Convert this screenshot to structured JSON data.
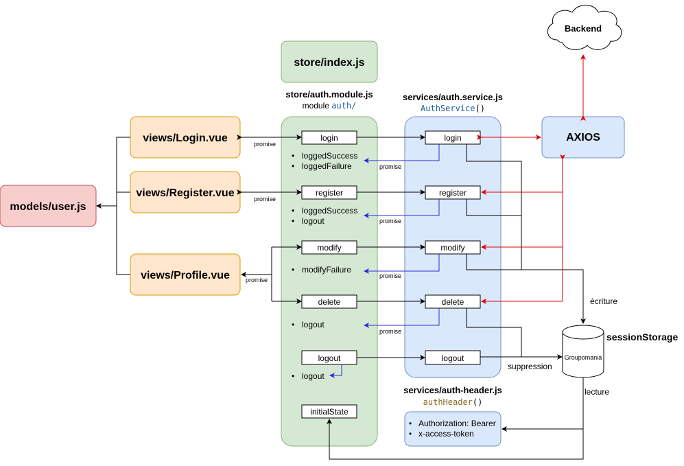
{
  "colors": {
    "green_fill": "#d5e8d4",
    "green_stroke": "#82b366",
    "orange_fill": "#ffe6cc",
    "orange_stroke": "#d79b00",
    "blue_fill": "#dae8fc",
    "blue_stroke": "#6c8ebf",
    "red_fill": "#f8cecc",
    "red_stroke": "#b85450",
    "arrow_black": "#000000",
    "arrow_red": "#e00000",
    "arrow_blue": "#2b2bd9",
    "code_blue": "#1f5f99",
    "code_brown": "#8a6a28"
  },
  "backend": {
    "label": "Backend",
    "icon": "cloud-icon"
  },
  "store_index": {
    "label": "store/index.js"
  },
  "auth_module": {
    "title": "store/auth.module.js",
    "subtitle_prefix": "module ",
    "subtitle_code": "auth/"
  },
  "auth_service": {
    "title": "services/auth.service.js",
    "subtitle_code": "AuthService",
    "subtitle_parens": "()"
  },
  "auth_header": {
    "title": "services/auth-header.js",
    "subtitle_code": "authHeader",
    "subtitle_parens": "()"
  },
  "axios": {
    "label": "AXIOS"
  },
  "models": {
    "label": "models/user.js"
  },
  "views": {
    "login": "views/Login.vue",
    "register": "views/Register.vue",
    "profile": "views/Profile.vue"
  },
  "module_actions": {
    "login": "login",
    "register": "register",
    "modify": "modify",
    "delete": "delete",
    "logout": "logout",
    "initial_state": "initialState"
  },
  "module_mutations": {
    "login": [
      "loggedSuccess",
      "loggedFailure"
    ],
    "register": [
      "loggedSuccess",
      "logout"
    ],
    "modify": [
      "modifyFailure"
    ],
    "delete": [
      "logout"
    ],
    "logout": [
      "logout"
    ]
  },
  "service_methods": {
    "login": "login",
    "register": "register",
    "modify": "modify",
    "delete": "delete",
    "logout": "logout"
  },
  "header_items": [
    "Authorization: Bearer",
    "x-access-token"
  ],
  "storage": {
    "title": "sessionStorage",
    "db_label": "Groupomania",
    "icon": "database-icon"
  },
  "edge_labels": {
    "promise": "promise",
    "ecriture": "écriture",
    "suppression": "suppression",
    "lecture": "lecture"
  },
  "bullet": "•"
}
